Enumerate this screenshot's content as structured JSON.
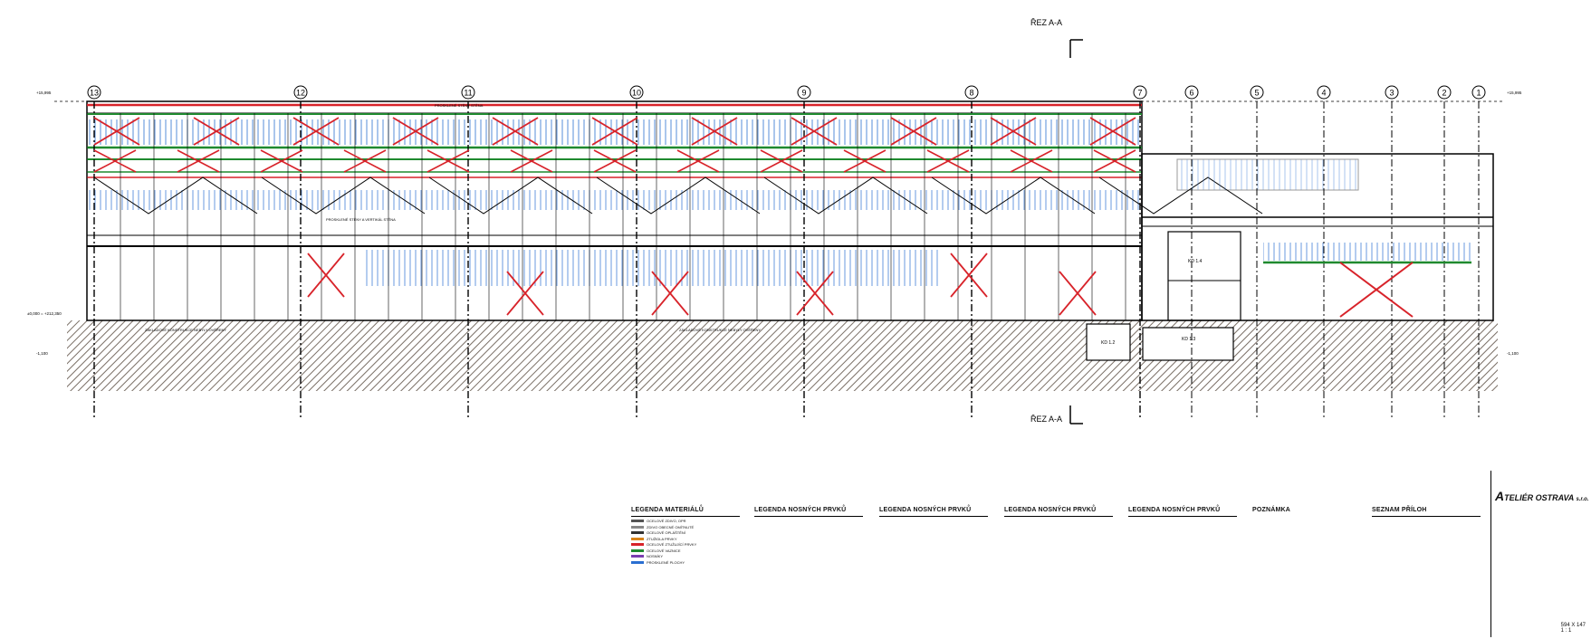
{
  "section_label": "ŘEZ A-A",
  "axes": [
    "13",
    "12",
    "11",
    "10",
    "9",
    "8",
    "7",
    "6",
    "5",
    "4",
    "3",
    "2",
    "1"
  ],
  "level_labels": {
    "top_left": "+15,995",
    "ground_left": "±0,000 = +212,350",
    "bottom_left": "-1,100",
    "top_right": "+15,995",
    "bottom_right": "-1,100"
  },
  "bay_labels": [
    "PROSKLENÉ STĚNY STĚNA",
    "PROSKLENÉ STĚNY A VERTIKÁL STĚNA",
    "ZÁKLADOVÉ KONSTRUKCE NEBYLY OVĚŘENY",
    "KD 1.2",
    "KD 1.3",
    "KD 1.4"
  ],
  "legend_materials": {
    "title": "LEGENDA MATERIÁLŮ",
    "items": [
      {
        "label": "OCELOVÉ ZDIVO, OPR",
        "color": "#555555"
      },
      {
        "label": "ZDIVO OBECNÉ OMÍTNUTÉ",
        "color": "#888888"
      },
      {
        "label": "OCELOVÉ OPLÁŠTĚNÍ",
        "color": "#333333"
      },
      {
        "label": "ZTUŽIDLA PRVKY",
        "color": "#d9831a"
      },
      {
        "label": "OCELOVÉ ZTUŽUJÍCÍ PRVKY",
        "color": "#d8232a"
      },
      {
        "label": "OCELOVÉ VAZNICE",
        "color": "#1f8a2f"
      },
      {
        "label": "NOSNÍKY",
        "color": "#7a3db0"
      },
      {
        "label": "PROSKLENÉ PLOCHY",
        "color": "#2a6fd1"
      }
    ]
  },
  "legend_beams": [
    {
      "title": "LEGENDA NOSNÝCH PRVKŮ"
    },
    {
      "title": "LEGENDA NOSNÝCH PRVKŮ"
    },
    {
      "title": "LEGENDA NOSNÝCH PRVKŮ"
    },
    {
      "title": "LEGENDA NOSNÝCH PRVKŮ"
    }
  ],
  "notes": {
    "title": "POZNÁMKA"
  },
  "attachments": {
    "title": "SEZNAM PŘÍLOH"
  },
  "stamp": {
    "brand_a": "A",
    "brand_rest": "TELIÉR OSTRAVA",
    "brand_suffix": "s.r.o.",
    "sheet_size": "594 X 147",
    "scale": "1 : 1"
  },
  "colors": {
    "red": "#d8232a",
    "blue": "#2a6fd1",
    "green": "#1f8a2f",
    "ground": "#7a6f66"
  }
}
